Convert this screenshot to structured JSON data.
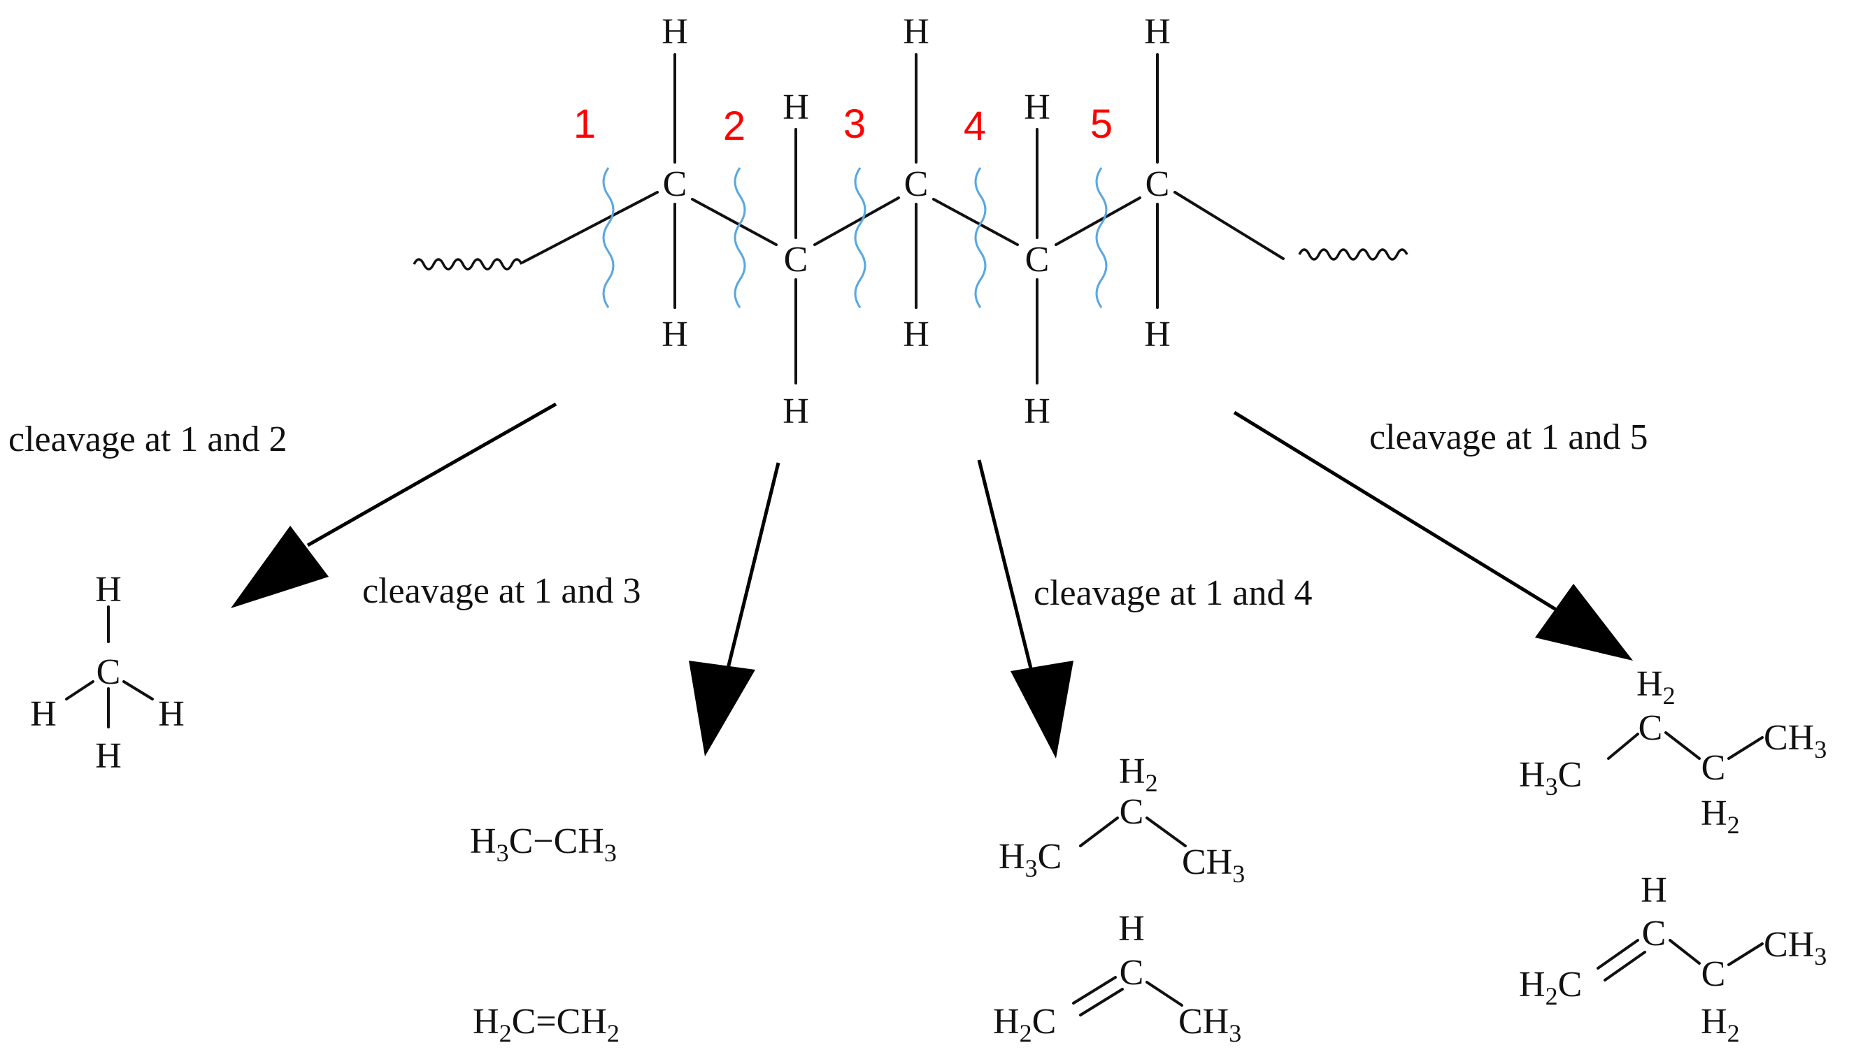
{
  "colors": {
    "site_label": "#ff0000",
    "cleavage_line": "#5aa6e0",
    "ink": "#111111"
  },
  "polymer": {
    "atoms": {
      "c": "C",
      "h": "H"
    },
    "cleavage_sites": [
      "1",
      "2",
      "3",
      "4",
      "5"
    ]
  },
  "captions": {
    "cleave_1_2": "cleavage at 1 and 2",
    "cleave_1_3": "cleavage at 1 and 3",
    "cleave_1_4": "cleavage at 1 and 4",
    "cleave_1_5": "cleavage at 1 and 5"
  },
  "products": {
    "methane": {
      "c": "C",
      "h": "H"
    },
    "ethane": {
      "left": "H",
      "left_sub": "3",
      "left_c": "C",
      "dash": "−",
      "right_c": "CH",
      "right_sub": "3"
    },
    "ethene": {
      "left": "H",
      "left_sub": "2",
      "left_c": "C",
      "dash": "=",
      "right_c": "CH",
      "right_sub": "2"
    },
    "propane": {
      "top": "H",
      "top_sub": "2",
      "center": "C",
      "left": "H",
      "left_sub": "3",
      "left_c": "C",
      "right": "CH",
      "right_sub": "3"
    },
    "propene": {
      "top": "H",
      "center": "C",
      "left": "H",
      "left_sub": "2",
      "left_c": "C",
      "right": "CH",
      "right_sub": "3"
    },
    "butane": {
      "top": "H",
      "top_sub": "2",
      "c2": "C",
      "left": "H",
      "left_sub": "3",
      "left_c": "C",
      "c3": "C",
      "bottom": "H",
      "bottom_sub": "2",
      "right": "CH",
      "right_sub": "3"
    },
    "butene": {
      "top": "H",
      "c2": "C",
      "left": "H",
      "left_sub": "2",
      "left_c": "C",
      "c3": "C",
      "bottom": "H",
      "bottom_sub": "2",
      "right": "CH",
      "right_sub": "3"
    }
  }
}
